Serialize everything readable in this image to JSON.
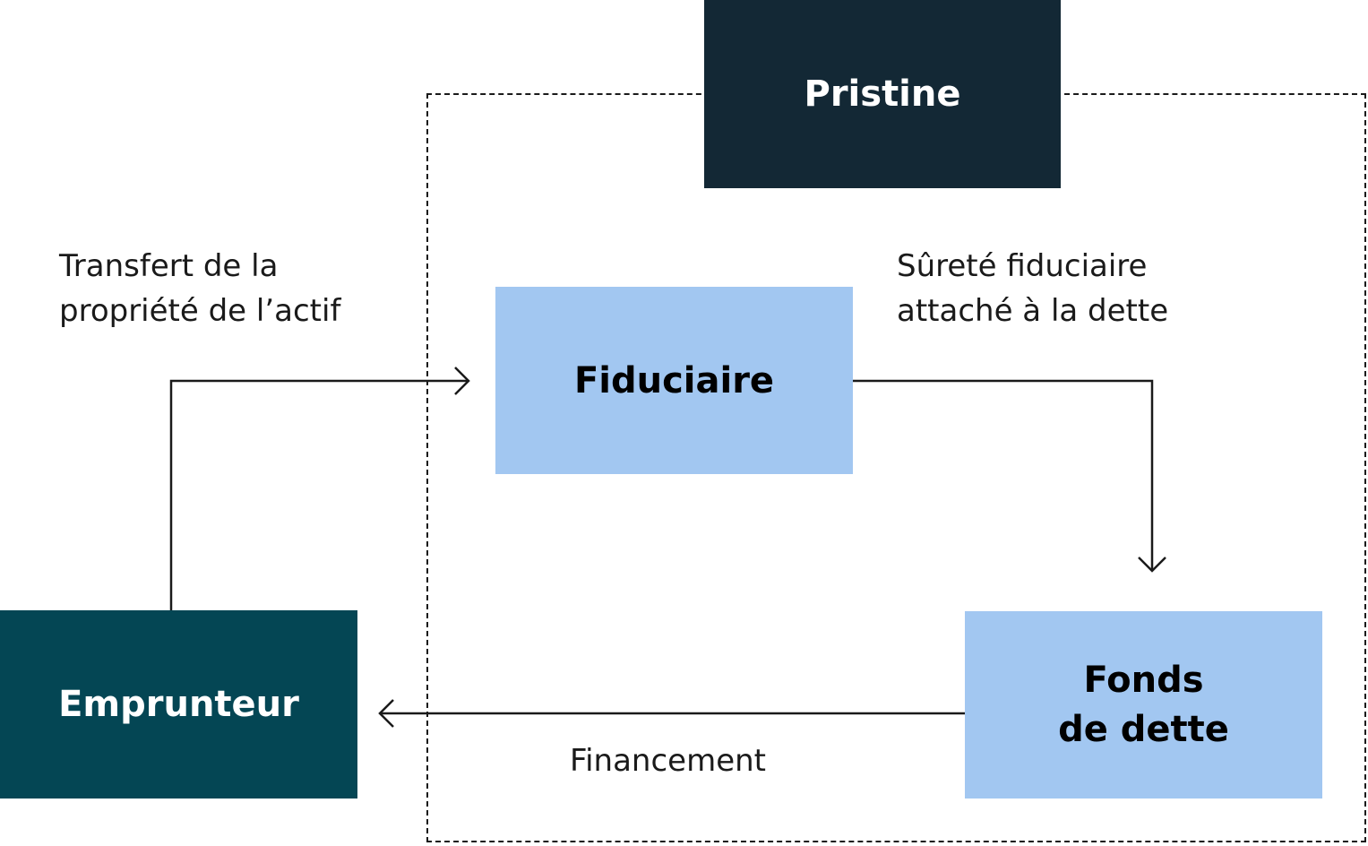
{
  "boxes": {
    "pristine": "Pristine",
    "fiduciaire": "Fiduciaire",
    "fonds_line1": "Fonds",
    "fonds_line2": "de dette",
    "emprunteur": "Emprunteur"
  },
  "labels": {
    "transfert_line1": "Transfert de la",
    "transfert_line2": "propriété de l’actif",
    "surete_line1": "Sûreté fiduciaire",
    "surete_line2": "attaché à la dette",
    "financement": "Financement"
  },
  "colors": {
    "pristine_bg": "#132835",
    "fiduciaire_bg": "#a2c7f1",
    "fonds_bg": "#a2c7f1",
    "emprunteur_bg": "#044654",
    "line": "#1a1a1a"
  }
}
